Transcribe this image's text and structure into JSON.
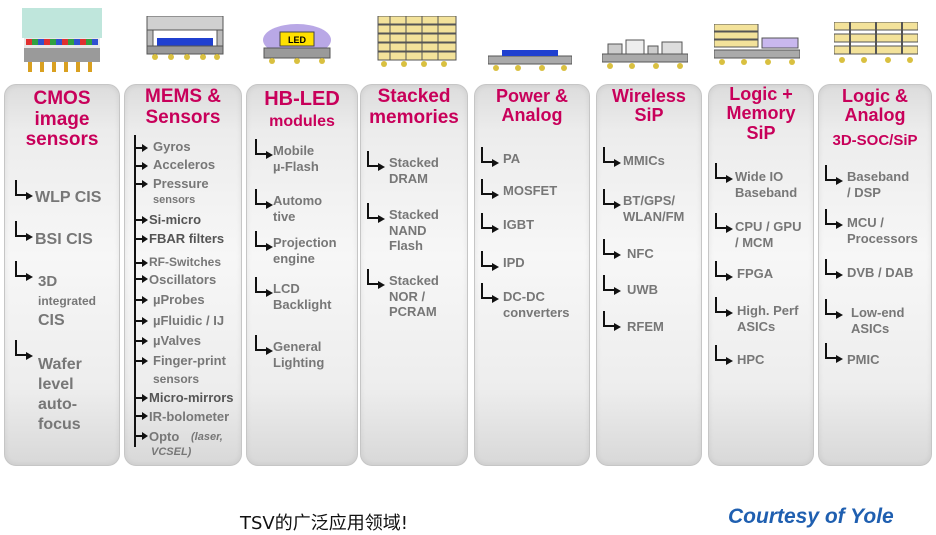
{
  "columns": [
    {
      "title": "CMOS\nimage\nsensors",
      "items": [
        "WLP CIS",
        "BSI CIS",
        "3D",
        "integrated",
        "CIS",
        "Wafer\nlevel\nauto-\nfocus"
      ]
    },
    {
      "title": "MEMS &\nSensors",
      "items": [
        "Gyros",
        "Acceleros",
        "Pressure",
        "sensors",
        "Si-micro",
        "FBAR filters",
        "RF-Switches",
        "Oscillators",
        "µProbes",
        "µFluidic / IJ",
        "µValves",
        "Finger-print",
        "sensors",
        "Micro-mirrors",
        "IR-bolometer",
        "Opto",
        "(laser,",
        "VCSEL)"
      ]
    },
    {
      "title": "HB-LED",
      "subtitle": "modules",
      "items": [
        "Mobile\nµ-Flash",
        "Automo\ntive",
        "Projection\nengine",
        "LCD\nBacklight",
        "General\nLighting"
      ]
    },
    {
      "title": "Stacked\nmemories",
      "items": [
        "Stacked\nDRAM",
        "Stacked\nNAND\nFlash",
        "Stacked\nNOR /\nPCRAM"
      ]
    },
    {
      "title": "Power &\nAnalog",
      "items": [
        "PA",
        "MOSFET",
        "IGBT",
        "IPD",
        "DC-DC\nconverters"
      ]
    },
    {
      "title": "Wireless\nSiP",
      "items": [
        "MMICs",
        "BT/GPS/\nWLAN/FM",
        "NFC",
        "UWB",
        "RFEM"
      ]
    },
    {
      "title": "Logic +\nMemory\nSiP",
      "items": [
        "Wide IO\nBaseband",
        "CPU / GPU\n/ MCM",
        "FPGA",
        "High. Perf\nASICs",
        "HPC"
      ]
    },
    {
      "title": "Logic &\nAnalog",
      "subtitle": "3D-SOC/SiP",
      "items": [
        "Baseband\n/ DSP",
        "MCU /\nProcessors",
        "DVB / DAB",
        "Low-end\nASICs",
        "PMIC"
      ]
    }
  ],
  "icons": {
    "led_label": "LED"
  },
  "caption": "TSV的广泛应用领域!",
  "courtesy": "Courtesy of Yole",
  "colors": {
    "title": "#c8005a",
    "item": "#777777",
    "courtesy": "#1f5fb0"
  }
}
